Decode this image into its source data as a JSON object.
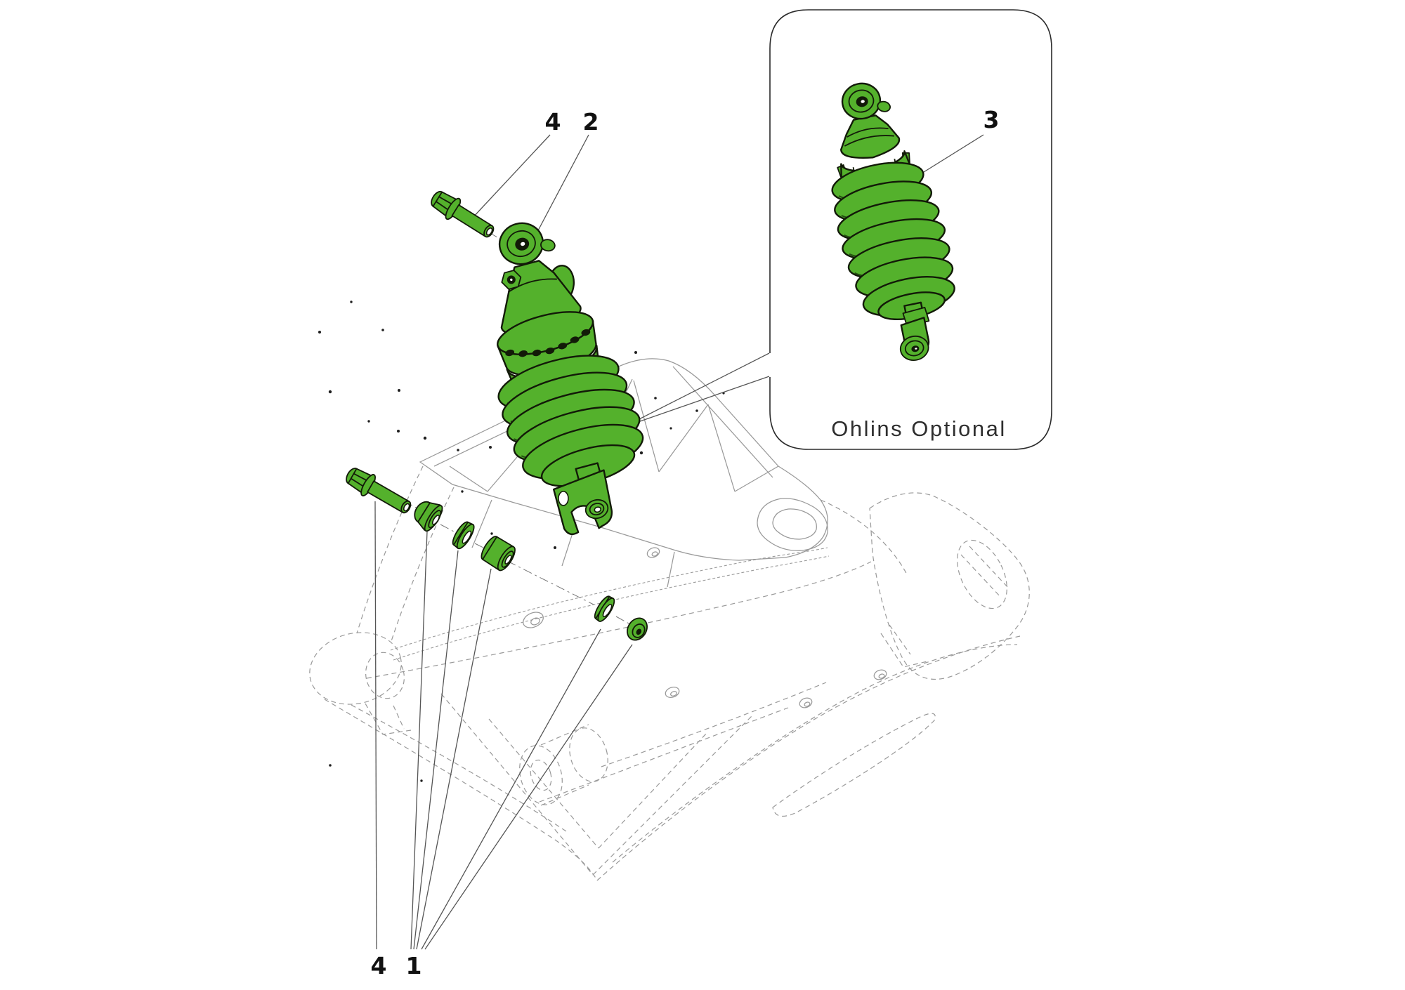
{
  "diagram": {
    "callouts": {
      "top_4": "4",
      "top_2": "2",
      "inset_3": "3",
      "bottom_4": "4",
      "bottom_1": "1"
    },
    "inset": {
      "caption": "Ohlins Optional"
    },
    "colors": {
      "part_fill": "#54b12c",
      "part_outline": "#121a08",
      "frame_line": "#999999",
      "leader_line": "#555555",
      "inset_border": "#2b2b2b",
      "label_text": "#111111",
      "caption_text": "#2e2e2e",
      "background": "#ffffff"
    }
  }
}
